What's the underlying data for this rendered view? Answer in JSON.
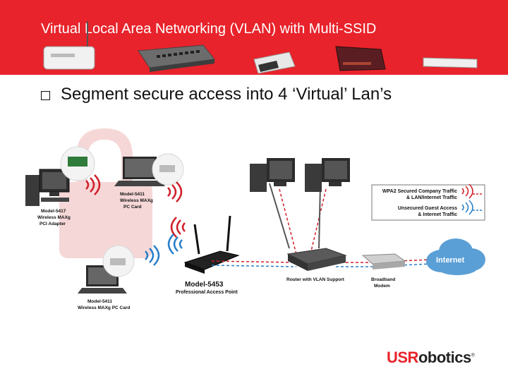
{
  "header": {
    "title": "Virtual Local Area Networking (VLAN) with Multi-SSID",
    "accent_color": "#e8232b",
    "devices_strip": [
      "router-device",
      "switch-device",
      "pc-card-device",
      "modem-device",
      "usb-adapter-device"
    ]
  },
  "bullet": {
    "icon": "checkbox-bullet-icon",
    "text": "Segment secure access into 4 ‘Virtual’ Lan’s"
  },
  "diagram": {
    "labels": {
      "pc_card_top_line1": "Model-5411",
      "pc_card_top_line2": "Wireless MAXg",
      "pc_card_top_line3": "PC Card",
      "pci_line1": "Model-5417",
      "pci_line2": "Wireless MAXg",
      "pci_line3": "PCI Adapter",
      "pc_card_bottom_line1": "Model-5411",
      "pc_card_bottom_line2": "Wireless MAXg PC Card",
      "ap_line1": "Model-5453",
      "ap_line2": "Professional Access Point",
      "router": "Router with VLAN Support",
      "modem_line1": "Broadband",
      "modem_line2": "Modem",
      "internet": "Internet"
    },
    "legend": [
      {
        "line1": "WPA2 Secured Company Traffic",
        "line2": "& LAN/Internet Traffic",
        "color": "#d0202a"
      },
      {
        "line1": "Unsecured Guest Access",
        "line2": "& Internet Traffic",
        "color": "#2a7fc9"
      }
    ],
    "colors": {
      "secure": "#d0202a",
      "guest": "#2a7fc9",
      "cloud": "#5a9fd6",
      "lock_watermark": "#f6d7d7"
    }
  },
  "logo": {
    "us": "USR",
    "rest": "obotics",
    "mark": "®"
  }
}
